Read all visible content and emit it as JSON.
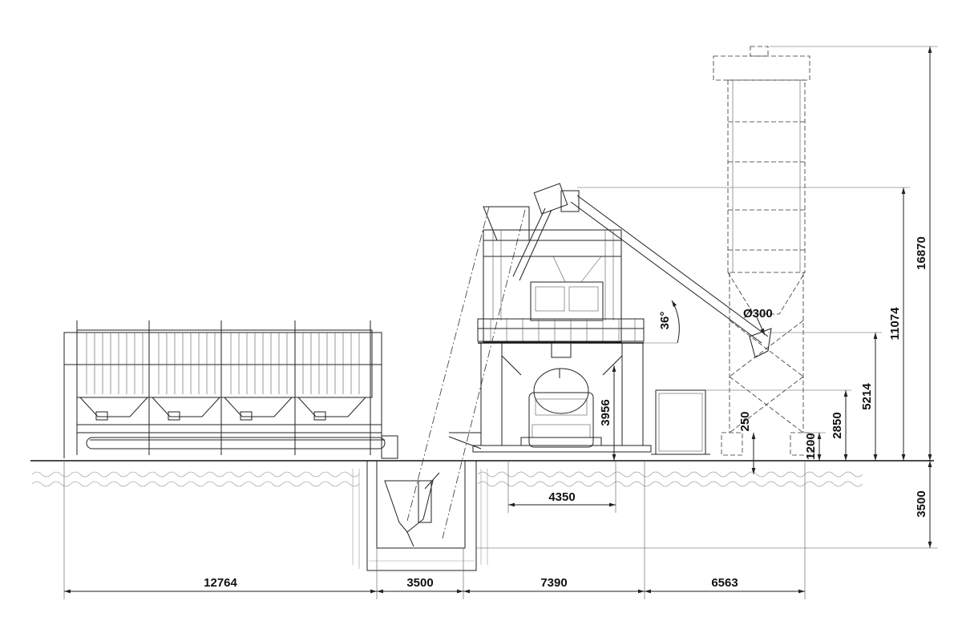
{
  "dimensions": {
    "aggregate_bin_length": "12764",
    "pit_width": "3500",
    "mixer_section_length": "7390",
    "silo_section_length": "6563",
    "truck_clearance_width": "4350",
    "truck_clearance_height": "3956",
    "silo_total_height": "16870",
    "screw_top_height": "11074",
    "screw_outlet_height": "5214",
    "silo_leg_height": "2850",
    "cement_scale_height": "1200",
    "screw_gap": "250",
    "pit_depth": "3500",
    "screw_conveyor_diameter": "Ø300",
    "screw_conveyor_angle": "36°"
  }
}
